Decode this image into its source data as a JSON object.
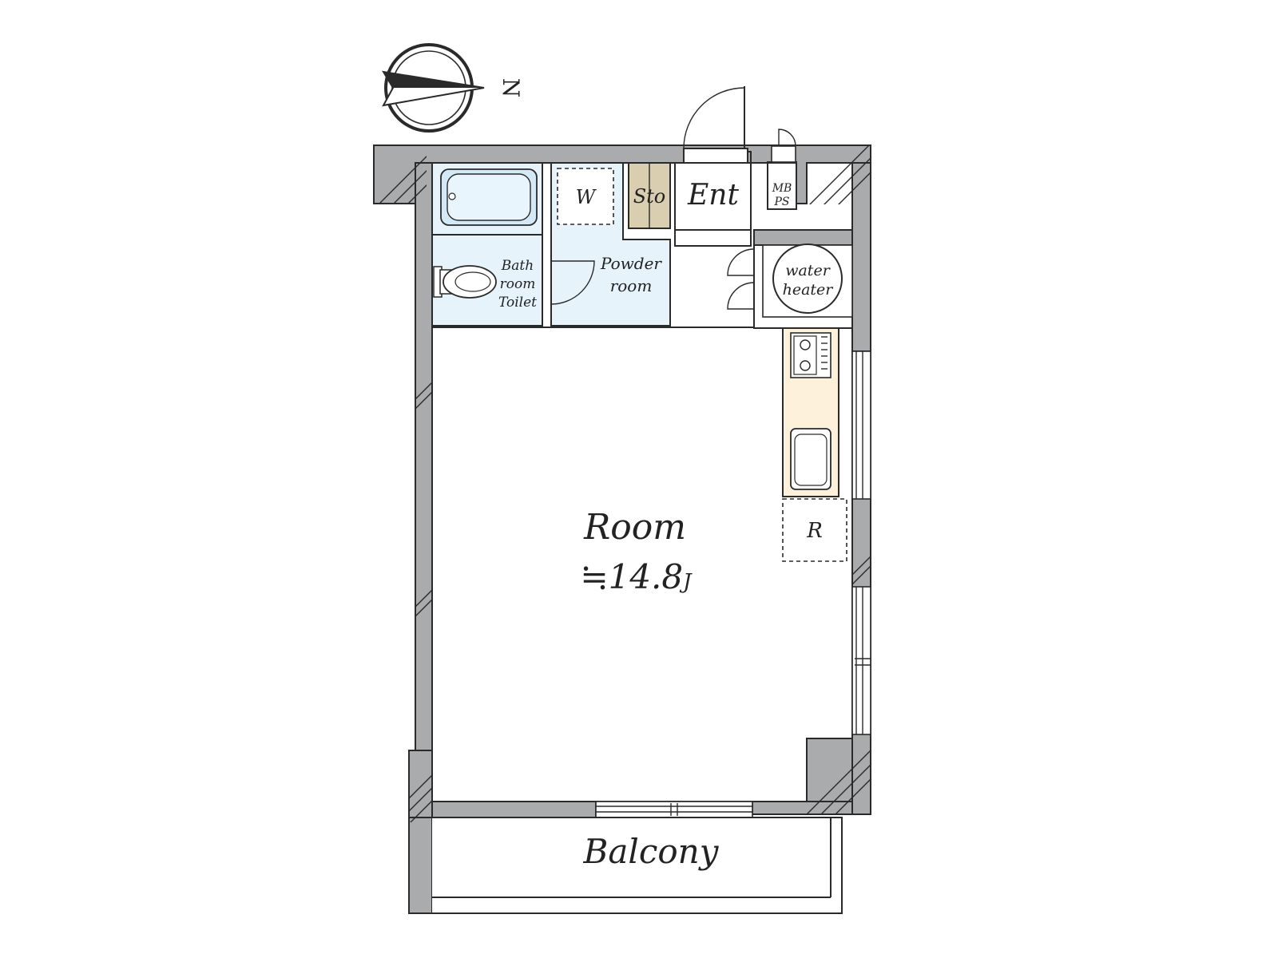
{
  "rooms": {
    "main_label": "Room",
    "main_area": "≒14.8",
    "main_area_unit": "J",
    "balcony": "Balcony",
    "bathroom_line1": "Bath",
    "bathroom_line2": "room",
    "bathroom_line3": "Toilet",
    "powder_line1": "Powder",
    "powder_line2": "room",
    "washer": "W",
    "storage": "Sto",
    "entrance": "Ent",
    "mbps_line1": "MB",
    "mbps_line2": "PS",
    "water_heater_line1": "water",
    "water_heater_line2": "heater",
    "refrigerator": "R"
  },
  "compass": {
    "north": "N"
  },
  "colors": {
    "wall": "#a9abad",
    "wet_area": "#e6f3fb",
    "kitchen": "#fdf1dc",
    "storage": "#d9ceb0",
    "outline": "#2a2a2a"
  }
}
